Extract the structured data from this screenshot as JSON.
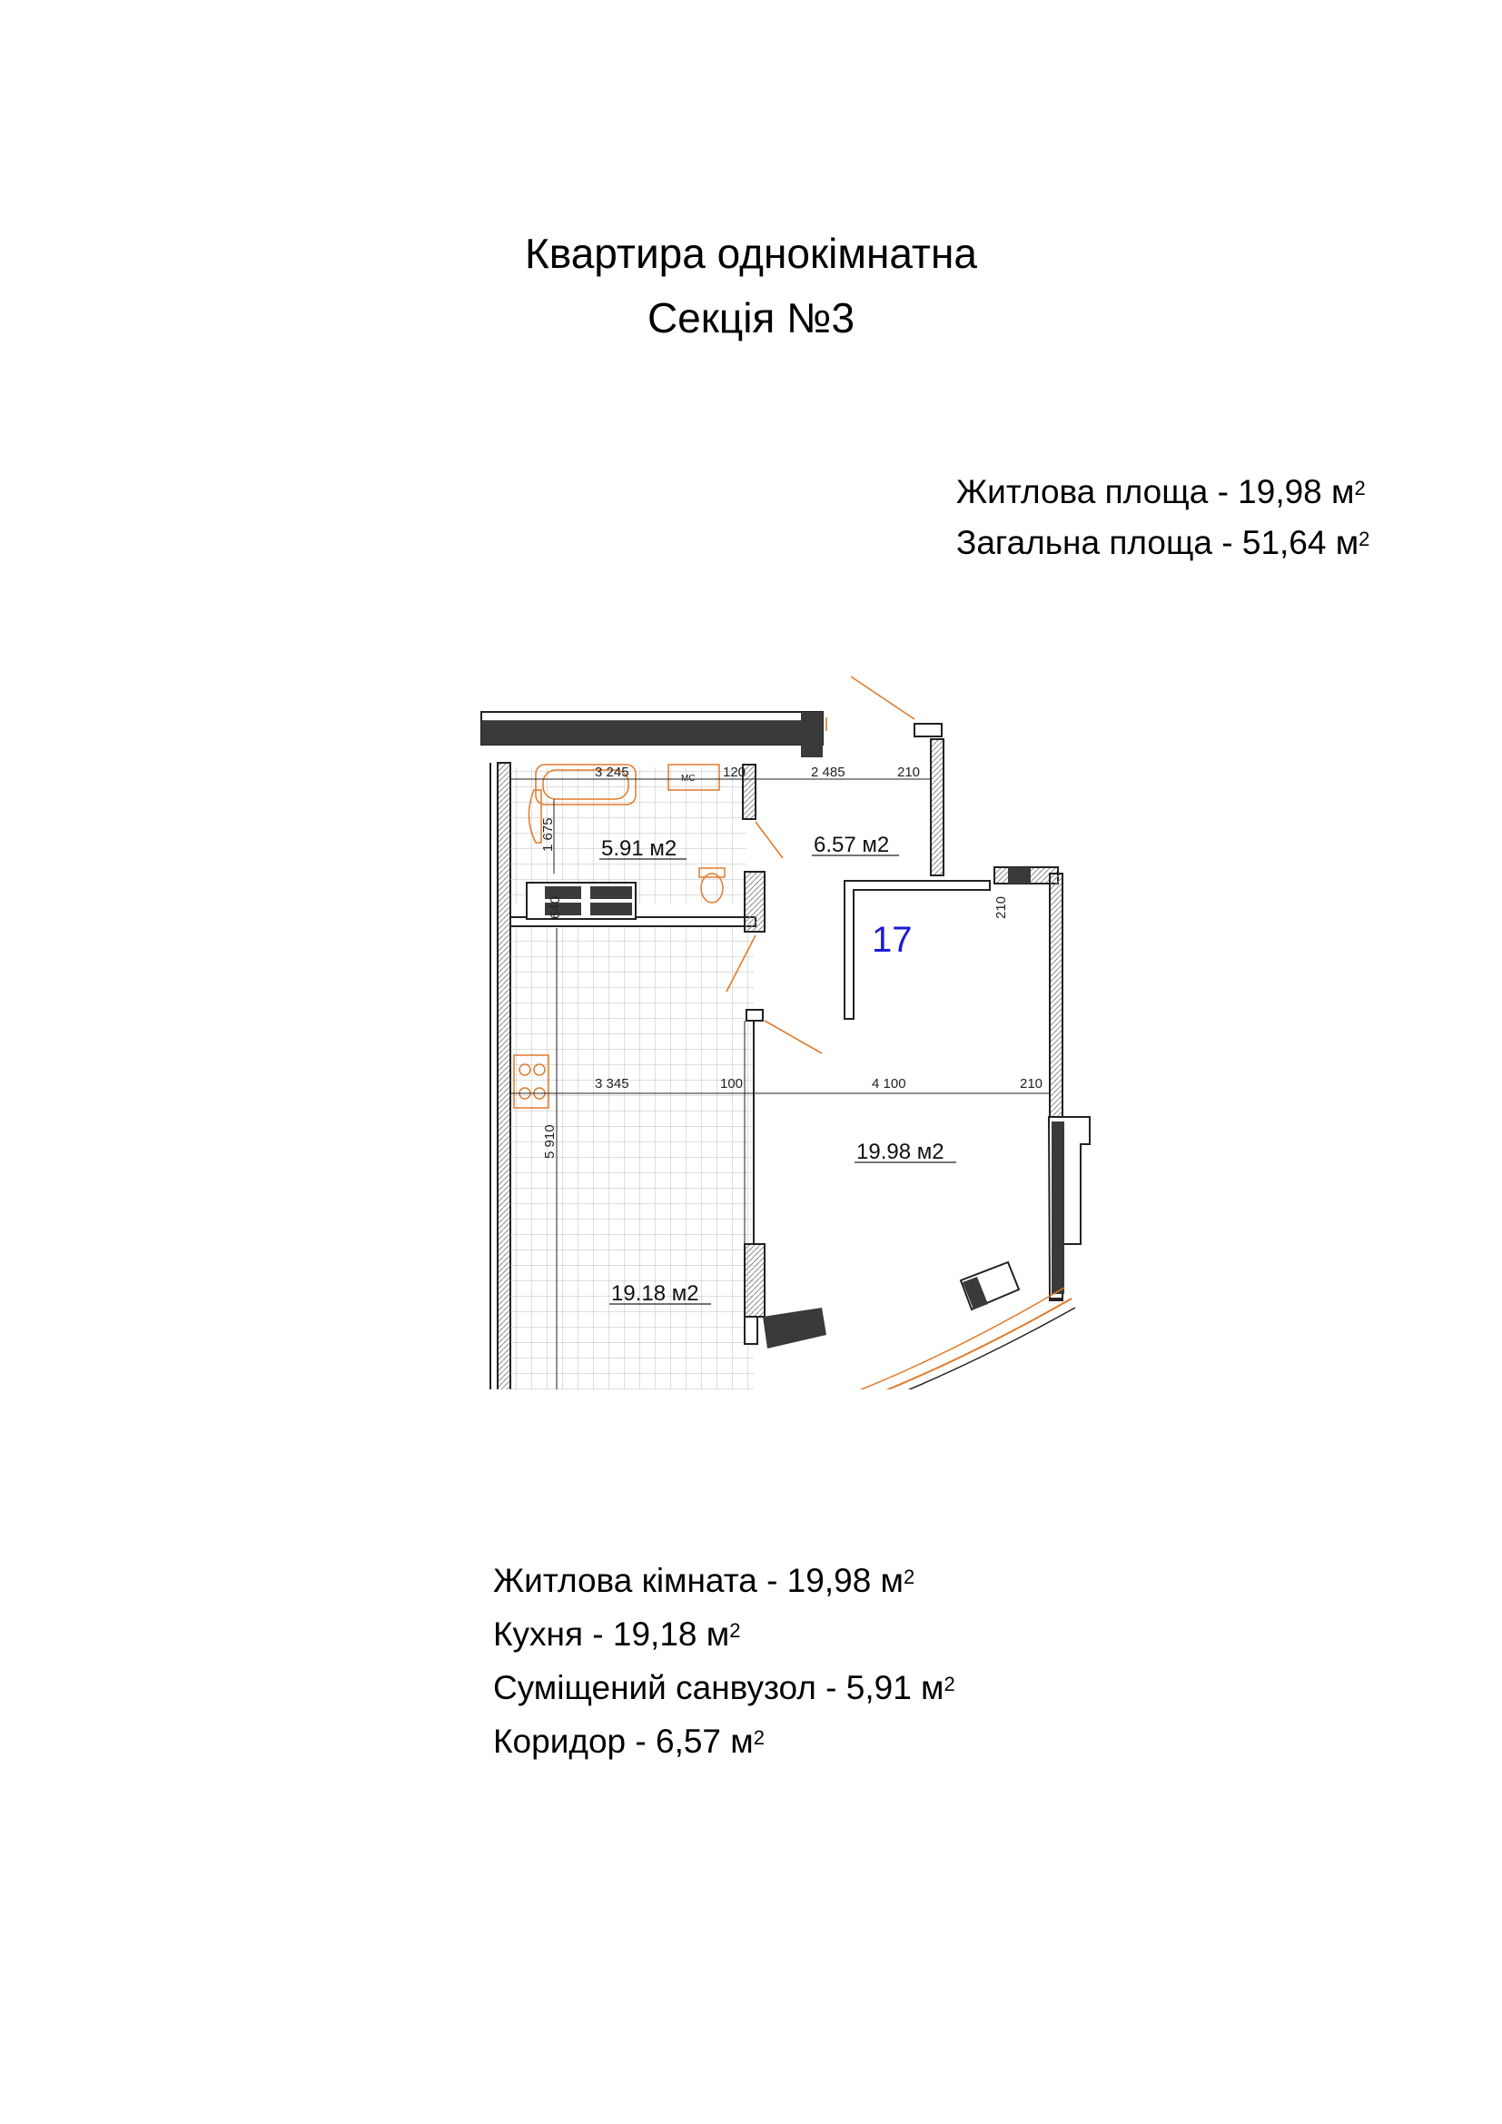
{
  "header": {
    "line1": "Квартира однокімнатна",
    "line2": "Секція №3"
  },
  "summary": {
    "living_label": "Житлова площа - 19,98 м",
    "total_label": "Загальна площа - 51,64 м",
    "unit_sup": "2"
  },
  "plan": {
    "apartment_number": "17",
    "number_color": "#1b1bd6",
    "wall_color": "#3a3a3a",
    "fixture_color": "#e07a2a",
    "rooms": {
      "bathroom": "5.91 м2",
      "corridor": "6.57 м2",
      "living": "19.98 м2",
      "kitchen": "19.18 м2"
    },
    "dimensions": {
      "d3245": "3 245",
      "d120": "120",
      "d2485": "2 485",
      "d210a": "210",
      "d1675": "1 675",
      "d640": "640",
      "d210b": "210",
      "d3345": "3 345",
      "d100": "100",
      "d4100": "4 100",
      "d210c": "210",
      "d5910": "5 910",
      "wc": "МС"
    }
  },
  "rooms_list": [
    {
      "label": "Житлова кімната - 19,98 м"
    },
    {
      "label": "Кухня - 19,18 м"
    },
    {
      "label": "Суміщений санвузол - 5,91 м"
    },
    {
      "label": "Коридор - 6,57 м"
    }
  ]
}
